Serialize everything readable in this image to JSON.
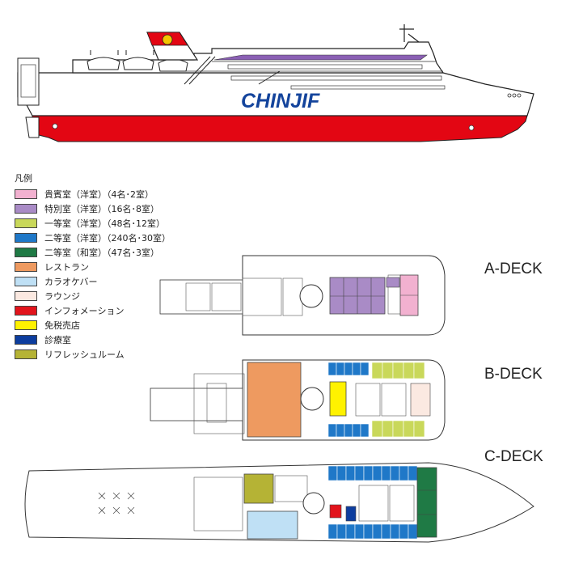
{
  "ship": {
    "brand": "CHINJIF"
  },
  "legend": {
    "title": "凡例",
    "items": [
      {
        "label": "貴賓室（洋室）（4名･2室）",
        "color": "#f2b1d0"
      },
      {
        "label": "特別室（洋室）（16名･8室）",
        "color": "#a98bc6"
      },
      {
        "label": "一等室（洋室）（48名･12室）",
        "color": "#c9d85a"
      },
      {
        "label": "二等室（洋室）（240名･30室）",
        "color": "#1f78c8"
      },
      {
        "label": "二等室（和室）（47名･3室）",
        "color": "#1f7a45"
      },
      {
        "label": "レストラン",
        "color": "#ee9a60"
      },
      {
        "label": "カラオケバー",
        "color": "#bfe0f5"
      },
      {
        "label": "ラウンジ",
        "color": "#fbe9e1"
      },
      {
        "label": "インフォメーション",
        "color": "#e2141c"
      },
      {
        "label": "免税売店",
        "color": "#fff200"
      },
      {
        "label": "診療室",
        "color": "#0d3d9e"
      },
      {
        "label": "リフレッシュルーム",
        "color": "#b5b335"
      }
    ]
  },
  "decks": [
    {
      "name": "A-DECK"
    },
    {
      "name": "B-DECK"
    },
    {
      "name": "C-DECK"
    }
  ]
}
